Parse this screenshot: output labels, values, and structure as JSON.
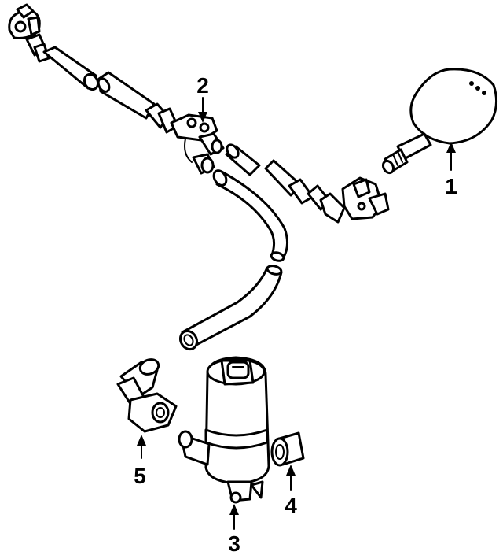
{
  "callouts": [
    {
      "label": "1",
      "part": "washer-nozzle"
    },
    {
      "label": "2",
      "part": "hose-connector-bracket"
    },
    {
      "label": "3",
      "part": "washer-pump"
    },
    {
      "label": "4",
      "part": "grommet"
    },
    {
      "label": "5",
      "part": "elbow-connector"
    }
  ]
}
